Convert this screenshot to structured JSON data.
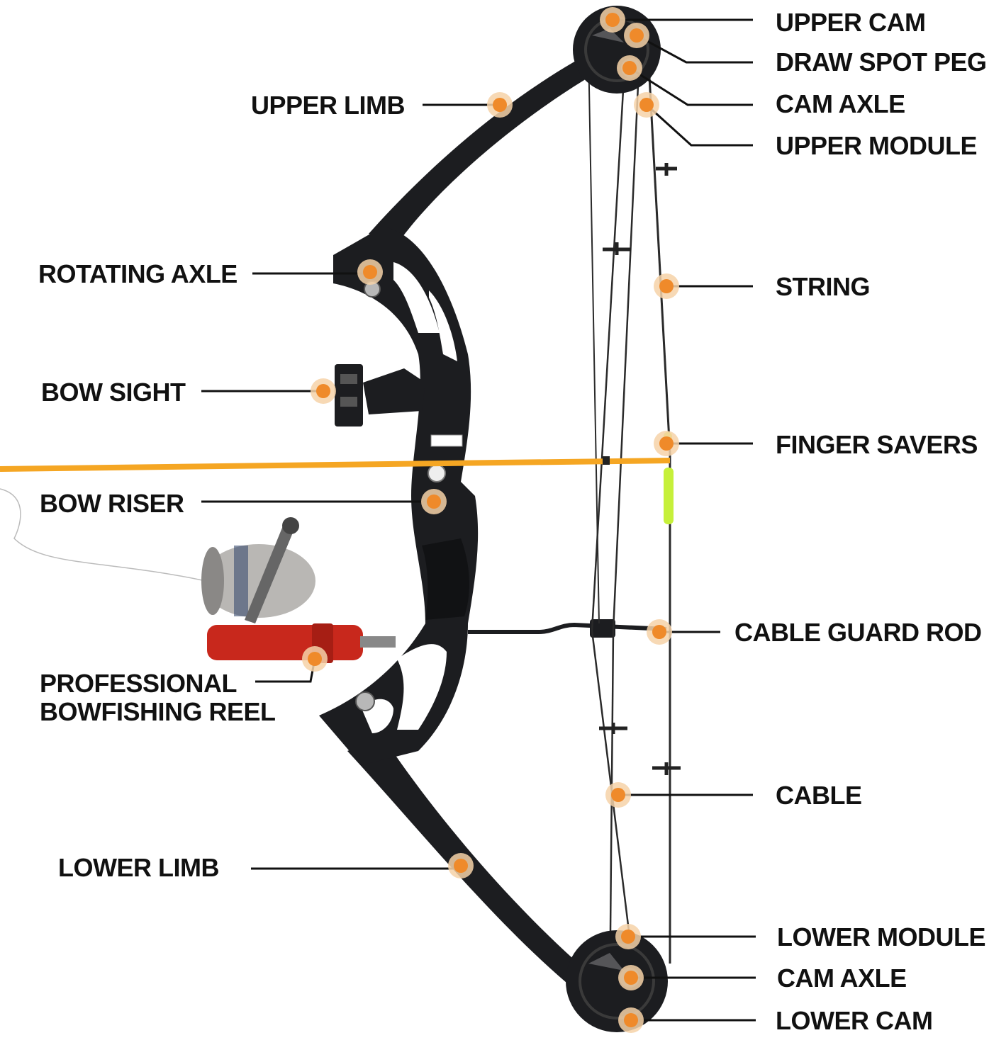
{
  "labels": {
    "upper_cam": "UPPER CAM",
    "draw_spot_peg": "DRAW SPOT PEG",
    "cam_axle_upper": "CAM AXLE",
    "upper_module": "UPPER MODULE",
    "upper_limb": "UPPER LIMB",
    "rotating_axle": "ROTATING AXLE",
    "string": "STRING",
    "bow_sight": "BOW SIGHT",
    "finger_savers": "FINGER SAVERS",
    "bow_riser": "BOW RISER",
    "cable_guard_rod": "CABLE GUARD ROD",
    "bowfishing_reel_line1": "PROFESSIONAL",
    "bowfishing_reel_line2": "BOWFISHING REEL",
    "cable": "CABLE",
    "lower_limb": "LOWER LIMB",
    "lower_module": "LOWER MODULE",
    "cam_axle_lower": "CAM AXLE",
    "lower_cam": "LOWER CAM"
  },
  "colors": {
    "marker": "#ef8a2a",
    "marker_halo": "#f6d2a8",
    "bow": "#1c1d20",
    "arrow": "#f5a623",
    "reel_red": "#c8281c",
    "finger_saver": "#c6f03a"
  }
}
